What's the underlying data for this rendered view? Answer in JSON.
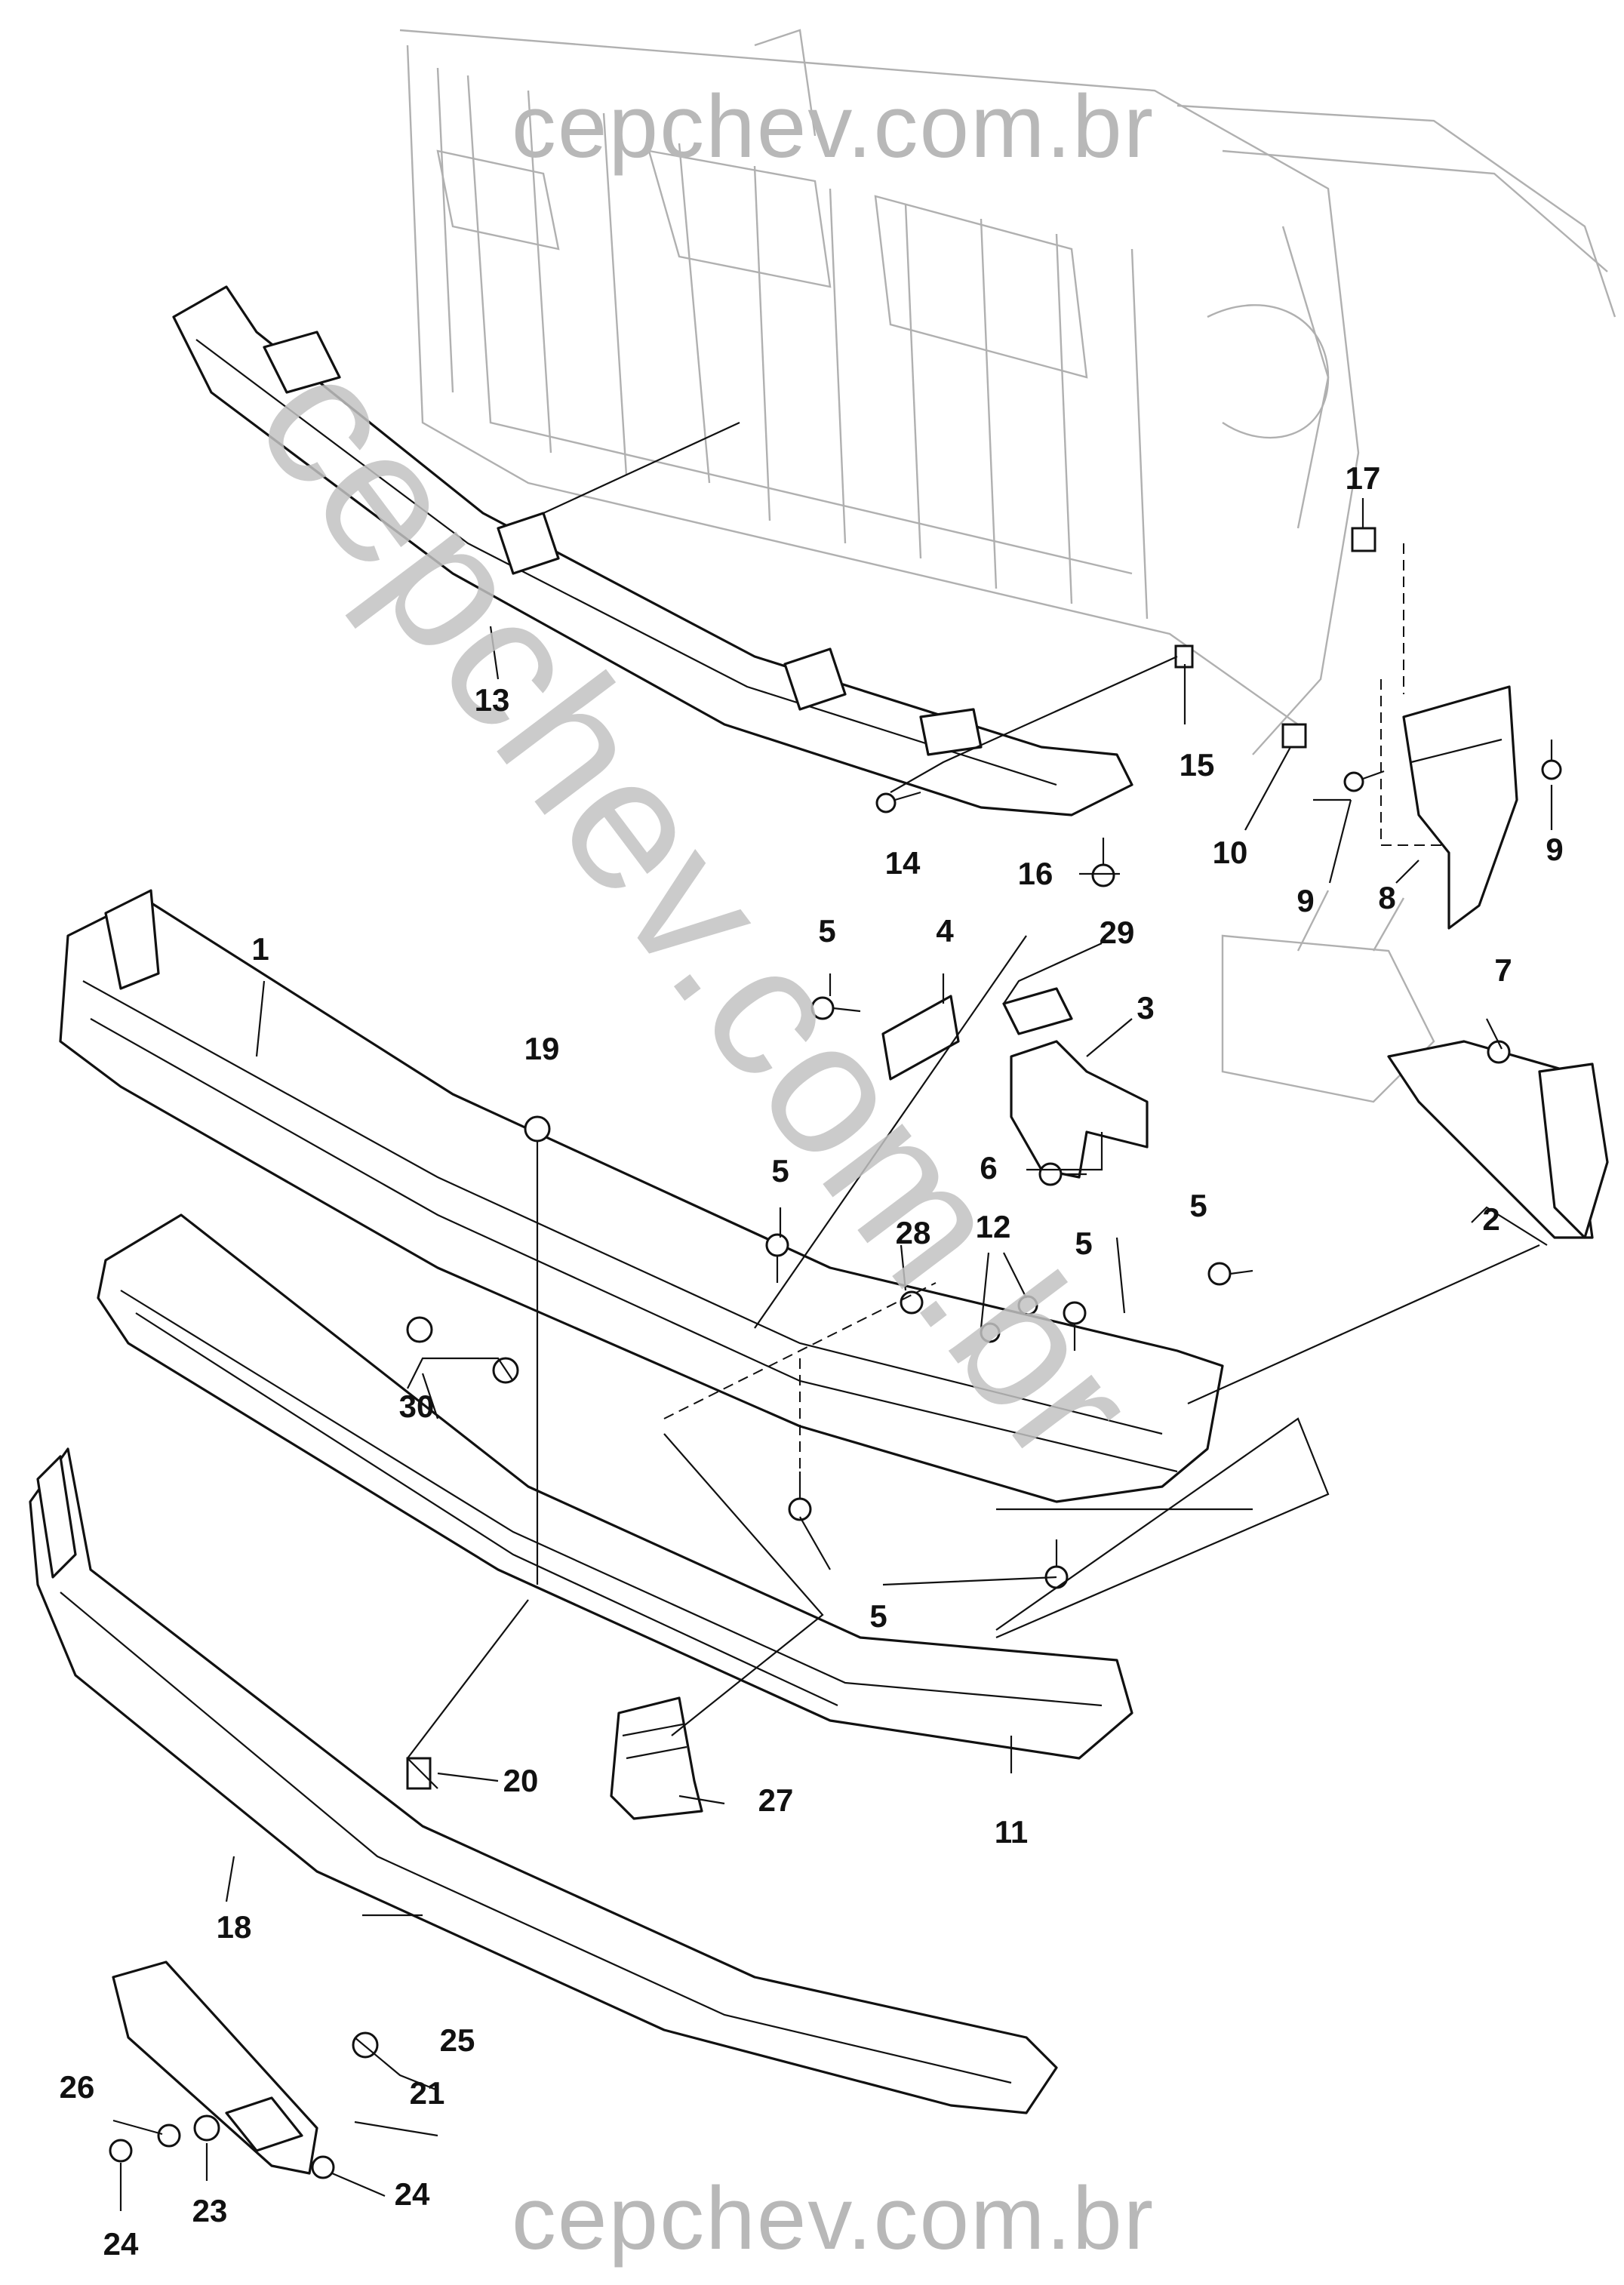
{
  "watermark": {
    "top": "cepchev.com.br",
    "bottom": "cepchev.com.br",
    "diagonal": "cepchev.com.br"
  },
  "callouts": {
    "c1": "1",
    "c2": "2",
    "c3": "3",
    "c4": "4",
    "c5a": "5",
    "c5b": "5",
    "c5c": "5",
    "c5d": "5",
    "c5e": "5",
    "c6": "6",
    "c7": "7",
    "c8": "8",
    "c9a": "9",
    "c9b": "9",
    "c10": "10",
    "c11": "11",
    "c12": "12",
    "c13": "13",
    "c14": "14",
    "c15": "15",
    "c16": "16",
    "c17": "17",
    "c18": "18",
    "c19": "19",
    "c20": "20",
    "c21": "21",
    "c23": "23",
    "c24a": "24",
    "c24b": "24",
    "c25": "25",
    "c26": "26",
    "c27": "27",
    "c28": "28",
    "c29": "29",
    "c30": "30"
  },
  "colors": {
    "ink": "#111111",
    "ghost": "#b0b0b0",
    "watermark": "#b8b8b8",
    "background": "#ffffff"
  }
}
